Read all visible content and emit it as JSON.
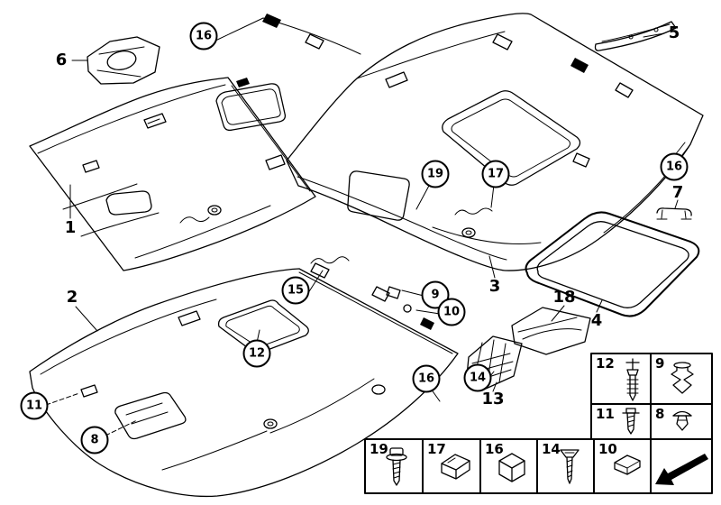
{
  "diagram": {
    "description": "Headliner / roof trim panel parts diagram with numbered callouts and fastener legend",
    "background": "#ffffff",
    "line_color": "#000000"
  },
  "callouts": [
    {
      "label": "6",
      "type": "plain"
    },
    {
      "label": "16",
      "type": "circled"
    },
    {
      "label": "5",
      "type": "plain"
    },
    {
      "label": "1",
      "type": "plain"
    },
    {
      "label": "19",
      "type": "circled"
    },
    {
      "label": "17",
      "type": "circled"
    },
    {
      "label": "16",
      "type": "circled"
    },
    {
      "label": "7",
      "type": "plain"
    },
    {
      "label": "3",
      "type": "plain"
    },
    {
      "label": "4",
      "type": "plain"
    },
    {
      "label": "2",
      "type": "plain"
    },
    {
      "label": "15",
      "type": "circled"
    },
    {
      "label": "9",
      "type": "circled"
    },
    {
      "label": "10",
      "type": "circled"
    },
    {
      "label": "12",
      "type": "circled"
    },
    {
      "label": "18",
      "type": "plain"
    },
    {
      "label": "11",
      "type": "circled"
    },
    {
      "label": "8",
      "type": "circled"
    },
    {
      "label": "16",
      "type": "circled"
    },
    {
      "label": "14",
      "type": "circled"
    },
    {
      "label": "13",
      "type": "plain"
    }
  ],
  "legend": {
    "cells": [
      {
        "label": "12",
        "icon": "expanding-rivet-icon"
      },
      {
        "label": "9",
        "icon": "trim-clip-icon"
      },
      {
        "label": "11",
        "icon": "self-tapping-screw-icon"
      },
      {
        "label": "8",
        "icon": "push-rivet-icon"
      },
      {
        "label": "19",
        "icon": "screw-with-washer-icon"
      },
      {
        "label": "17",
        "icon": "metal-clamp-icon"
      },
      {
        "label": "16",
        "icon": "foam-block-icon"
      },
      {
        "label": "14",
        "icon": "countersunk-screw-icon"
      },
      {
        "label": "10",
        "icon": "spring-clip-icon"
      },
      {
        "label": "",
        "icon": "front-direction-arrow-icon"
      }
    ]
  }
}
